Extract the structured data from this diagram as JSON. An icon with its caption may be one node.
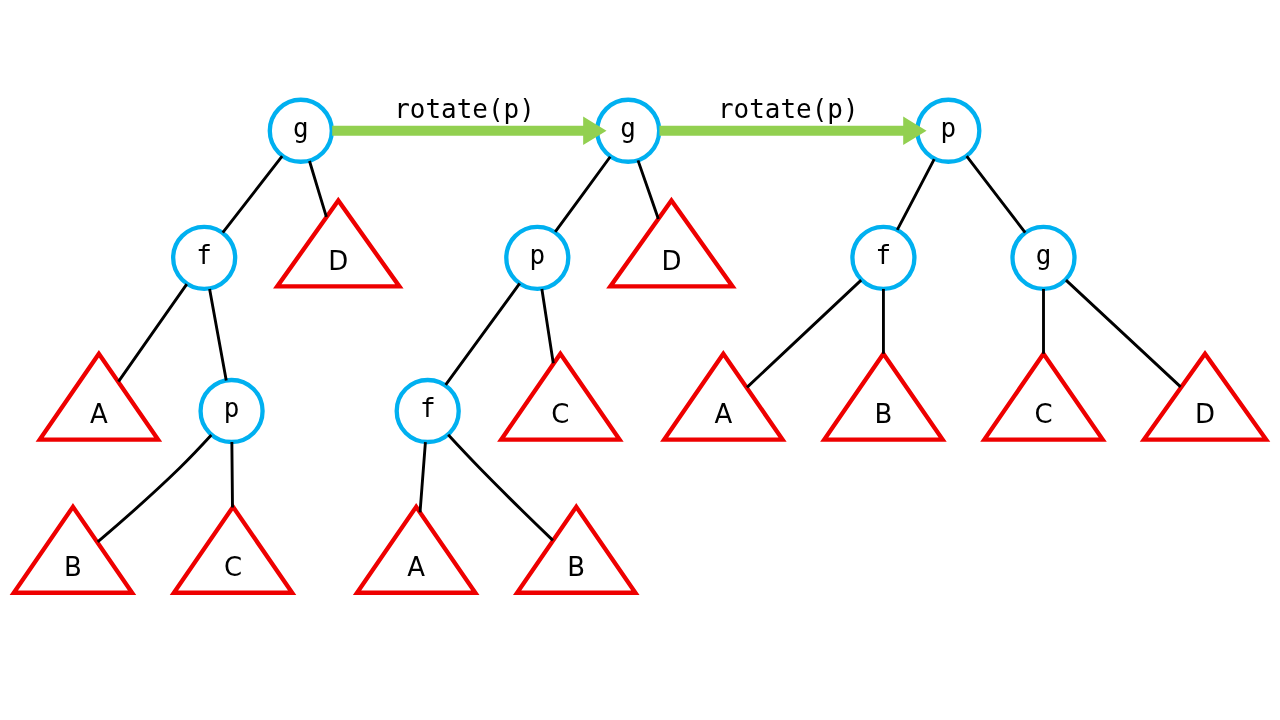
{
  "diagram": {
    "nodes": [
      {
        "text": [
          "g"
        ]
      },
      {
        "text": [
          "f"
        ]
      },
      {
        "text": [
          "D"
        ]
      },
      {
        "text": [
          "A"
        ]
      },
      {
        "text": [
          "p"
        ]
      },
      {
        "text": [
          "B"
        ]
      },
      {
        "text": [
          "C"
        ]
      },
      {
        "text": [
          "g"
        ]
      },
      {
        "text": [
          "p"
        ]
      },
      {
        "text": [
          "D"
        ]
      },
      {
        "text": [
          "f"
        ]
      },
      {
        "text": [
          "C"
        ]
      },
      {
        "text": [
          "A"
        ]
      },
      {
        "text": [
          "B"
        ]
      },
      {
        "text": [
          "p"
        ]
      },
      {
        "text": [
          "f"
        ]
      },
      {
        "text": [
          "g"
        ]
      },
      {
        "text": [
          "A"
        ]
      },
      {
        "text": [
          "B"
        ]
      },
      {
        "text": [
          "C"
        ]
      },
      {
        "text": [
          "D"
        ]
      }
    ],
    "edges": [
      {
        "from": 0,
        "to": 1,
        "arrow": "none"
      },
      {
        "from": 0,
        "to": 2,
        "arrow": "none"
      },
      {
        "from": 1,
        "to": 3,
        "arrow": "none"
      },
      {
        "from": 1,
        "to": 4,
        "arrow": "none"
      },
      {
        "from": 4,
        "to": 5,
        "arrow": "none"
      },
      {
        "from": 4,
        "to": 6,
        "arrow": "none"
      },
      {
        "from": 7,
        "to": 8,
        "arrow": "none"
      },
      {
        "from": 7,
        "to": 9,
        "arrow": "none"
      },
      {
        "from": 8,
        "to": 10,
        "arrow": "none"
      },
      {
        "from": 8,
        "to": 11,
        "arrow": "none"
      },
      {
        "from": 10,
        "to": 12,
        "arrow": "none"
      },
      {
        "from": 10,
        "to": 13,
        "arrow": "none"
      },
      {
        "from": 14,
        "to": 15,
        "arrow": "none"
      },
      {
        "from": 14,
        "to": 16,
        "arrow": "none"
      },
      {
        "from": 15,
        "to": 17,
        "arrow": "none"
      },
      {
        "from": 15,
        "to": 18,
        "arrow": "none"
      },
      {
        "from": 16,
        "to": 19,
        "arrow": "none"
      },
      {
        "from": 16,
        "to": 20,
        "arrow": "none"
      },
      {
        "from": 0,
        "to": 7,
        "arrow": "to",
        "label": "rotate(p)",
        "style": "thick",
        "color": "#92d050"
      },
      {
        "from": 7,
        "to": 14,
        "arrow": "to",
        "label": "rotate(p)",
        "style": "thick",
        "color": "#92d050"
      }
    ]
  }
}
